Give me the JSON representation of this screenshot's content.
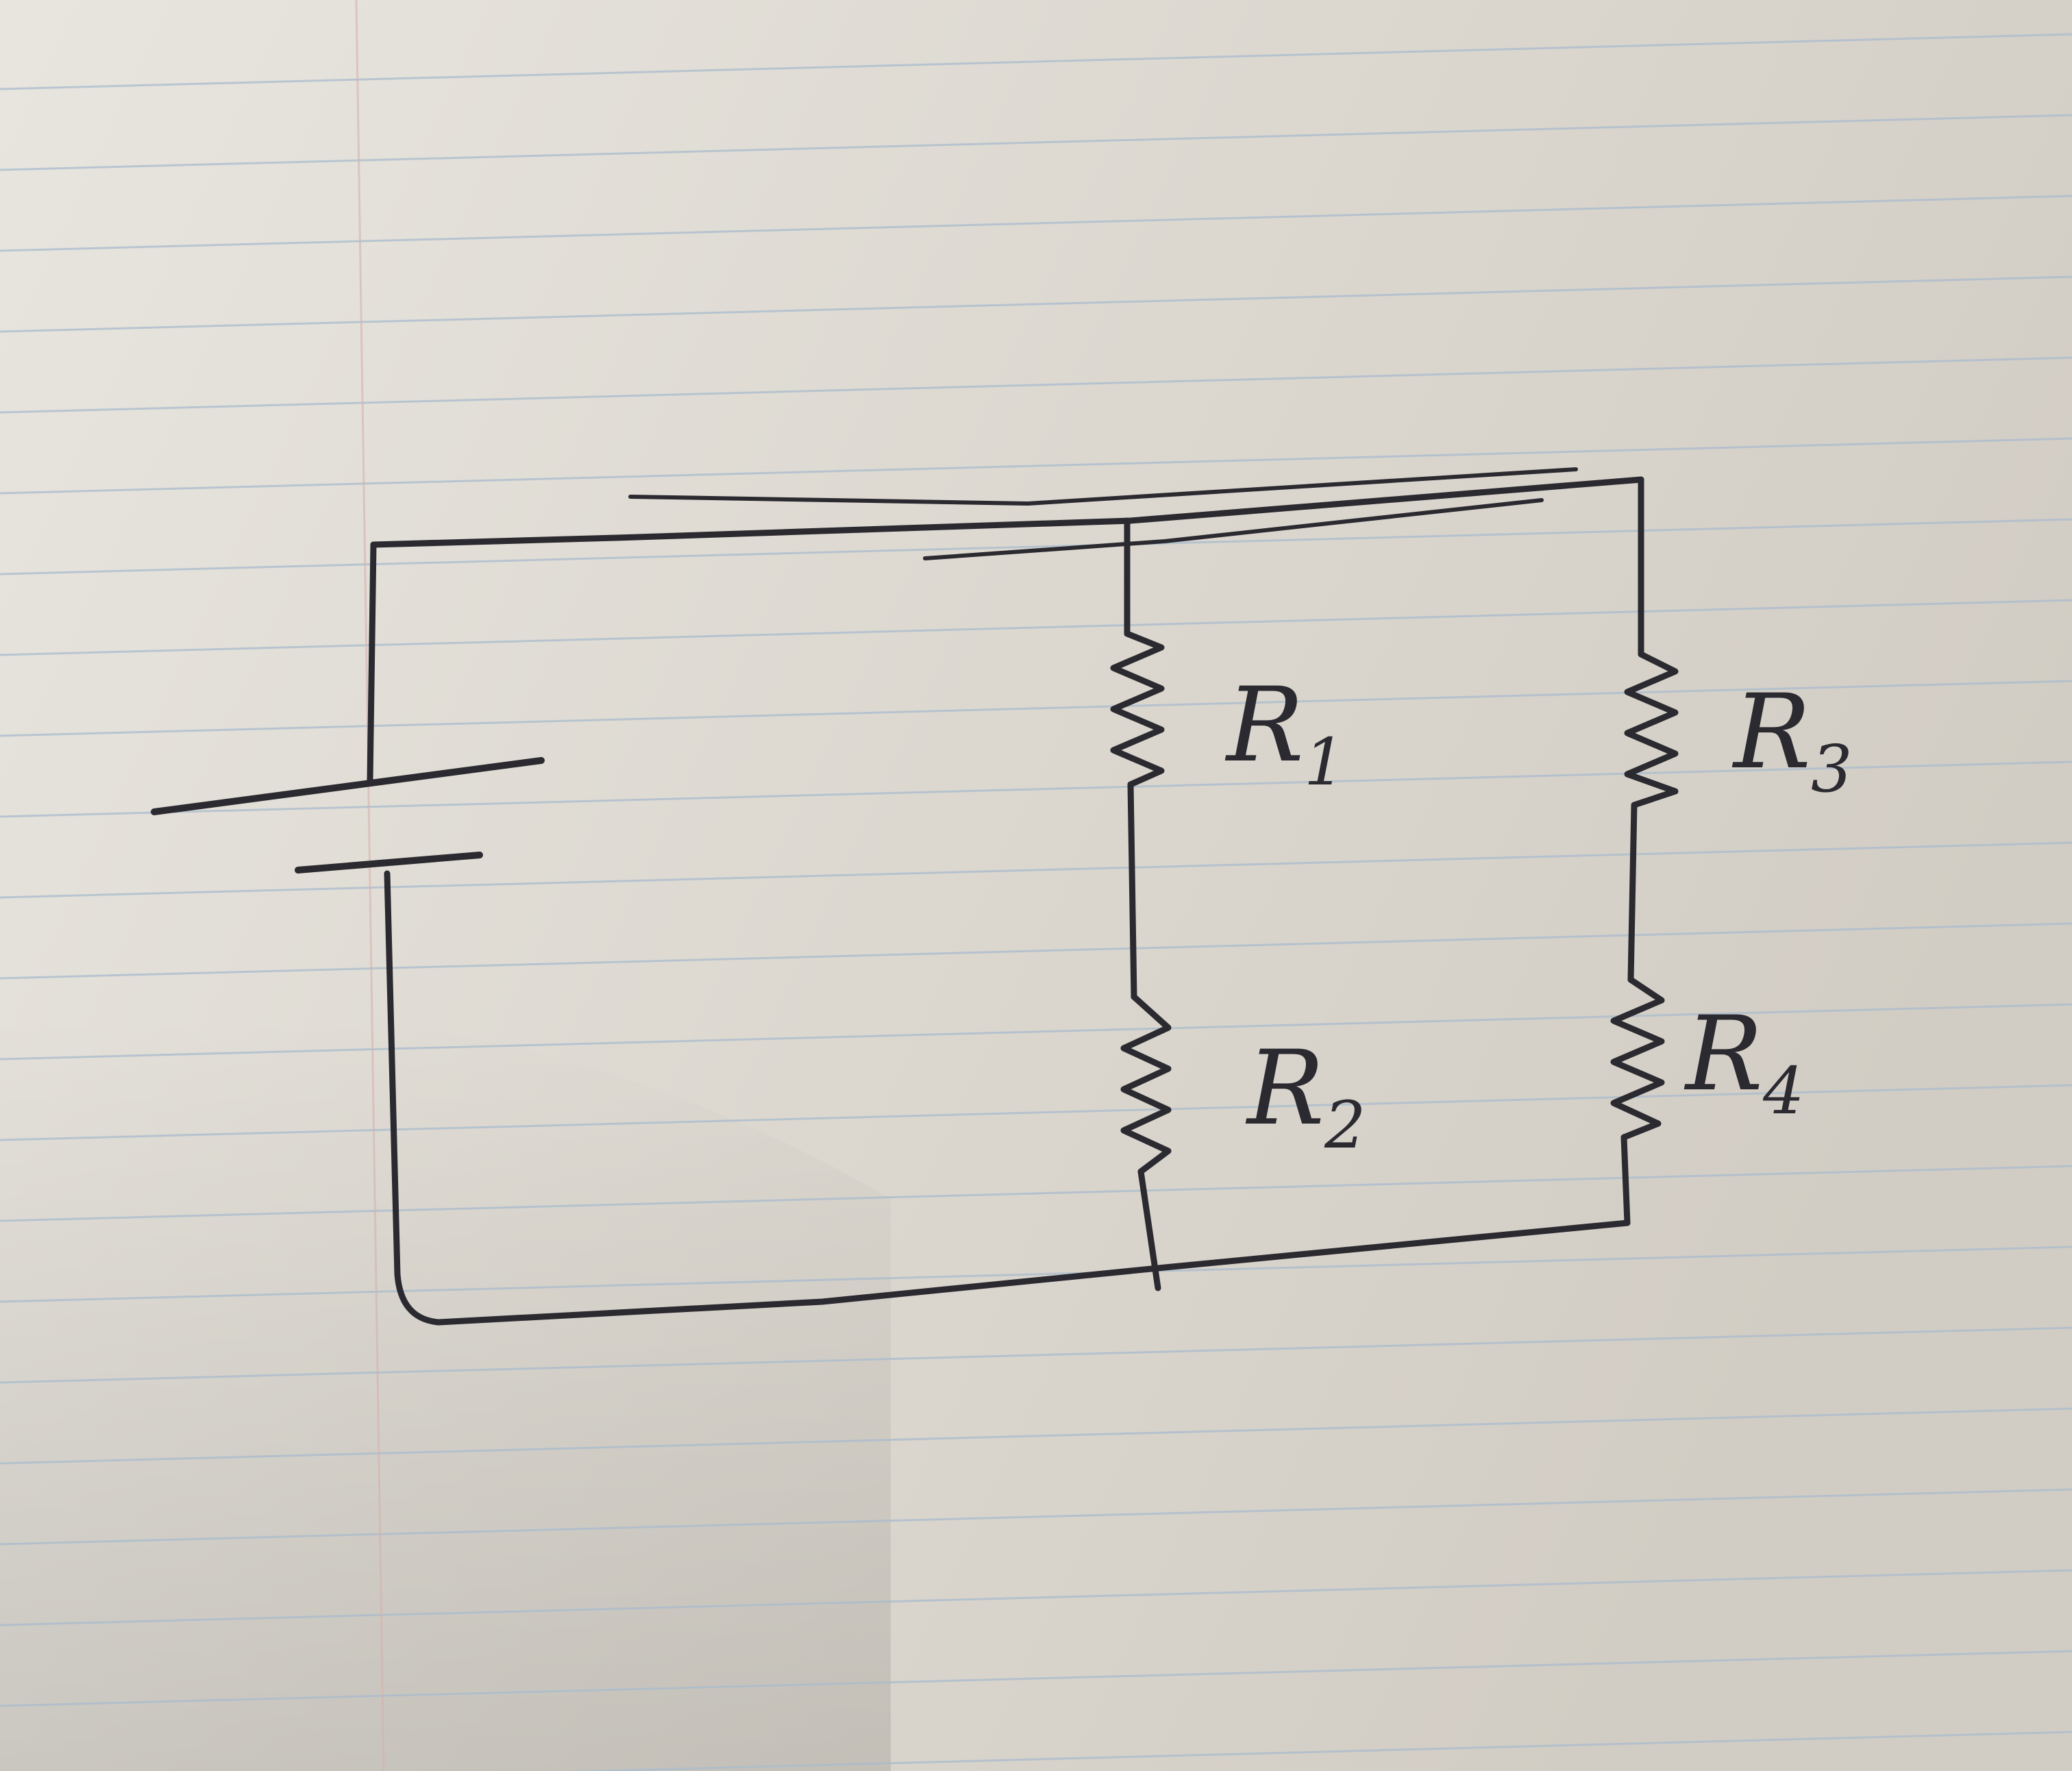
{
  "diagram": {
    "type": "circuit",
    "components": {
      "battery": {
        "symbol": "battery-cell"
      },
      "resistors": [
        {
          "label": "R",
          "sub": "1"
        },
        {
          "label": "R",
          "sub": "2"
        },
        {
          "label": "R",
          "sub": "3"
        },
        {
          "label": "R",
          "sub": "4"
        }
      ]
    },
    "colors": {
      "ink": "#2b2a30",
      "paper": "#dedad3",
      "rule_line": "#a9bccd",
      "margin_line": "#d6b2ae"
    }
  }
}
